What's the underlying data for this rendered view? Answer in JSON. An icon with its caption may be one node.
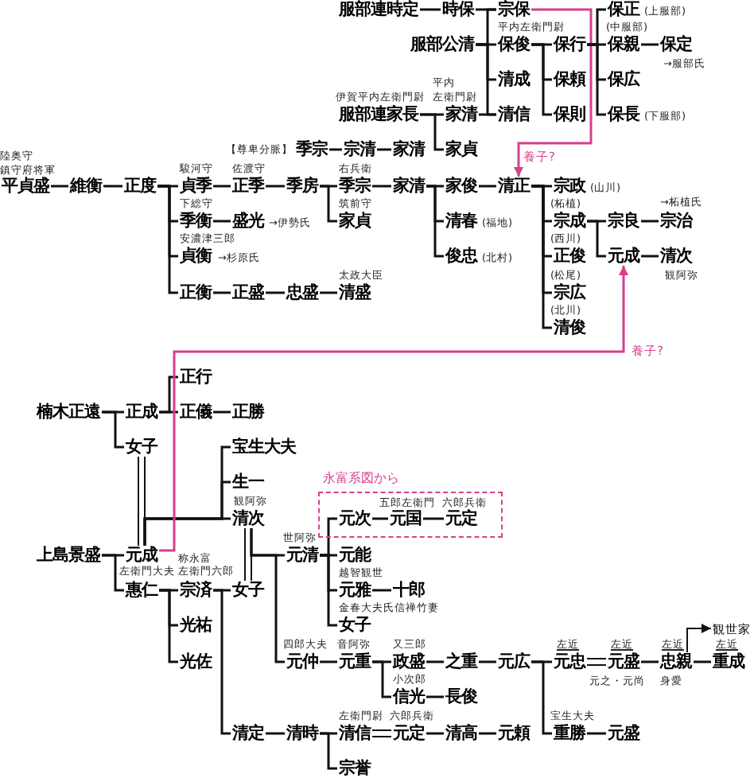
{
  "diagram": {
    "nodes": [
      {
        "text": [
          "服部連時定"
        ]
      },
      {
        "text": [
          "時保"
        ]
      },
      {
        "text": [
          "宗保"
        ]
      },
      {
        "text": [
          "保正"
        ],
        "beside": [
          "(上服部)"
        ]
      },
      {
        "text": [
          "服部公清"
        ]
      },
      {
        "text": [
          "保俊"
        ],
        "beside": [
          "平内左衛門尉"
        ]
      },
      {
        "text": [
          "保行"
        ]
      },
      {
        "text": [
          "保親"
        ],
        "beside": [
          "(中服部)"
        ]
      },
      {
        "text": [
          "保定"
        ],
        "beside": [
          "→服部氏"
        ]
      },
      {
        "text": [
          "清成"
        ]
      },
      {
        "text": [
          "保頼"
        ]
      },
      {
        "text": [
          "保広"
        ]
      },
      {
        "text": [
          "服部連家長"
        ],
        "beside": [
          "伊賀平内左衛門尉"
        ]
      },
      {
        "text": [
          "家清"
        ],
        "beside": [
          "平内",
          "左衛門尉"
        ]
      },
      {
        "text": [
          "清信"
        ]
      },
      {
        "text": [
          "保則"
        ]
      },
      {
        "text": [
          "保長"
        ],
        "beside": [
          "(下服部)"
        ]
      },
      {
        "text": [
          "季宗"
        ],
        "beside": [
          "【尊卑分脈】"
        ]
      },
      {
        "text": [
          "宗清"
        ]
      },
      {
        "text": [
          "家清"
        ]
      },
      {
        "text": [
          "家貞"
        ]
      },
      {
        "text": [
          "平貞盛"
        ],
        "beside": [
          "陸奥守",
          "鎮守府将軍"
        ]
      },
      {
        "text": [
          "維衡"
        ]
      },
      {
        "text": [
          "正度"
        ]
      },
      {
        "text": [
          "貞季"
        ],
        "beside": [
          "駿河守"
        ]
      },
      {
        "text": [
          "正季"
        ],
        "beside": [
          "佐渡守"
        ]
      },
      {
        "text": [
          "季房"
        ]
      },
      {
        "text": [
          "季宗"
        ],
        "beside": [
          "右兵衛"
        ]
      },
      {
        "text": [
          "家清"
        ]
      },
      {
        "text": [
          "家俊"
        ]
      },
      {
        "text": [
          "清正"
        ]
      },
      {
        "text": [
          "宗政"
        ],
        "beside": [
          "(山川)"
        ]
      },
      {
        "text": [
          "季衡"
        ],
        "beside": [
          "下総守"
        ]
      },
      {
        "text": [
          "盛光"
        ],
        "beside": [
          "→伊勢氏"
        ]
      },
      {
        "text": [
          "家貞"
        ],
        "beside": [
          "筑前守"
        ]
      },
      {
        "text": [
          "清春"
        ],
        "beside": [
          "(福地)"
        ]
      },
      {
        "text": [
          "宗成"
        ],
        "beside": [
          "(柘植)"
        ]
      },
      {
        "text": [
          "宗良"
        ]
      },
      {
        "text": [
          "宗治"
        ],
        "beside": [
          "→柘植氏"
        ]
      },
      {
        "text": [
          "貞衡"
        ],
        "beside": [
          "安濃津三郎",
          "→杉原氏"
        ]
      },
      {
        "text": [
          "俊忠"
        ],
        "beside": [
          "(北村)"
        ]
      },
      {
        "text": [
          "正俊"
        ],
        "beside": [
          "(西川)"
        ]
      },
      {
        "text": [
          "元成"
        ]
      },
      {
        "text": [
          "清次"
        ],
        "beside": [
          "観阿弥"
        ]
      },
      {
        "text": [
          "正衡"
        ]
      },
      {
        "text": [
          "正盛"
        ]
      },
      {
        "text": [
          "忠盛"
        ]
      },
      {
        "text": [
          "清盛"
        ],
        "beside": [
          "太政大臣"
        ]
      },
      {
        "text": [
          "宗広"
        ],
        "beside": [
          "(松尾)"
        ]
      },
      {
        "text": [
          "清俊"
        ],
        "beside": [
          "(北川)"
        ]
      },
      {
        "text": [
          "正行"
        ]
      },
      {
        "text": [
          "楠木正遠"
        ]
      },
      {
        "text": [
          "正成"
        ]
      },
      {
        "text": [
          "正儀"
        ]
      },
      {
        "text": [
          "正勝"
        ]
      },
      {
        "text": [
          "女子"
        ]
      },
      {
        "text": [
          "宝生大夫"
        ]
      },
      {
        "text": [
          "生一"
        ]
      },
      {
        "text": [
          "永富系図から"
        ]
      },
      {
        "text": [
          "清次"
        ],
        "beside": [
          "観阿弥"
        ]
      },
      {
        "text": [
          "元次"
        ],
        "in": 58
      },
      {
        "text": [
          "元国"
        ],
        "in": 58,
        "beside": [
          "五郎左衛門"
        ]
      },
      {
        "text": [
          "元定"
        ],
        "in": 58,
        "beside": [
          "六郎兵衛"
        ]
      },
      {
        "text": [
          "上島景盛"
        ]
      },
      {
        "text": [
          "元成"
        ]
      },
      {
        "text": [
          "元清"
        ],
        "beside": [
          "世阿弥"
        ]
      },
      {
        "text": [
          "元能"
        ]
      },
      {
        "text": [
          "惠仁"
        ],
        "beside": [
          "左衛門大夫"
        ]
      },
      {
        "text": [
          "宗済"
        ],
        "beside": [
          "称永富",
          "左衛門六郎"
        ]
      },
      {
        "text": [
          "女子"
        ]
      },
      {
        "text": [
          "元雅"
        ],
        "beside": [
          "越智観世"
        ]
      },
      {
        "text": [
          "十郎"
        ]
      },
      {
        "text": [
          "光祐"
        ]
      },
      {
        "text": [
          "女子"
        ],
        "beside": [
          "金春大夫氏信禅竹妻"
        ]
      },
      {
        "text": [
          "光佐"
        ]
      },
      {
        "text": [
          "元仲"
        ],
        "beside": [
          "四郎大夫"
        ]
      },
      {
        "text": [
          "元重"
        ],
        "beside": [
          "音阿弥"
        ]
      },
      {
        "text": [
          "政盛"
        ],
        "beside": [
          "又三郎"
        ]
      },
      {
        "text": [
          "之重"
        ]
      },
      {
        "text": [
          "元広"
        ]
      },
      {
        "text": [
          "元忠"
        ],
        "beside": [
          "左近"
        ]
      },
      {
        "text": [
          "元盛"
        ],
        "beside": [
          "左近",
          "元之・元尚"
        ]
      },
      {
        "text": [
          "忠親"
        ],
        "beside": [
          "左近",
          "身愛"
        ]
      },
      {
        "text": [
          "重成"
        ],
        "beside": [
          "左近"
        ]
      },
      {
        "text": [
          "信光"
        ],
        "beside": [
          "小次郎"
        ]
      },
      {
        "text": [
          "長俊"
        ]
      },
      {
        "text": [
          "清定"
        ]
      },
      {
        "text": [
          "清時"
        ]
      },
      {
        "text": [
          "清信"
        ],
        "beside": [
          "左衛門尉"
        ]
      },
      {
        "text": [
          "元定"
        ],
        "beside": [
          "六郎兵衛"
        ]
      },
      {
        "text": [
          "清高"
        ]
      },
      {
        "text": [
          "元頼"
        ]
      },
      {
        "text": [
          "重勝"
        ],
        "beside": [
          "宝生大夫"
        ]
      },
      {
        "text": [
          "元盛"
        ]
      },
      {
        "text": [
          "宗誉"
        ]
      },
      {
        "text": [
          "観世家"
        ]
      }
    ],
    "edges": [
      {
        "from": 0,
        "to": 1,
        "arrow": "none"
      },
      {
        "from": 1,
        "to": 2,
        "arrow": "none"
      },
      {
        "from": 4,
        "to": 2,
        "arrow": "none"
      },
      {
        "from": 4,
        "to": 5,
        "arrow": "none"
      },
      {
        "from": 4,
        "to": 9,
        "arrow": "none"
      },
      {
        "from": 4,
        "to": 14,
        "arrow": "none"
      },
      {
        "from": 13,
        "to": 14,
        "arrow": "none"
      },
      {
        "from": 2,
        "to": 30,
        "arrow": "to",
        "label": "養子?",
        "color": "#d63f8c"
      },
      {
        "from": 5,
        "to": 6,
        "arrow": "none"
      },
      {
        "from": 5,
        "to": 10,
        "arrow": "none"
      },
      {
        "from": 5,
        "to": 15,
        "arrow": "none"
      },
      {
        "from": 6,
        "to": 3,
        "arrow": "none"
      },
      {
        "from": 6,
        "to": 7,
        "arrow": "none"
      },
      {
        "from": 6,
        "to": 11,
        "arrow": "none"
      },
      {
        "from": 6,
        "to": 16,
        "arrow": "none"
      },
      {
        "from": 7,
        "to": 8,
        "arrow": "none"
      },
      {
        "from": 12,
        "to": 13,
        "arrow": "none"
      },
      {
        "from": 12,
        "to": 20,
        "arrow": "none"
      },
      {
        "from": 17,
        "to": 18,
        "arrow": "none"
      },
      {
        "from": 18,
        "to": 19,
        "arrow": "none"
      },
      {
        "from": 21,
        "to": 22,
        "arrow": "none"
      },
      {
        "from": 22,
        "to": 23,
        "arrow": "none"
      },
      {
        "from": 23,
        "to": 24,
        "arrow": "none"
      },
      {
        "from": 23,
        "to": 32,
        "arrow": "none"
      },
      {
        "from": 23,
        "to": 39,
        "arrow": "none"
      },
      {
        "from": 23,
        "to": 44,
        "arrow": "none"
      },
      {
        "from": 24,
        "to": 25,
        "arrow": "none"
      },
      {
        "from": 25,
        "to": 26,
        "arrow": "none"
      },
      {
        "from": 26,
        "to": 27,
        "arrow": "none"
      },
      {
        "from": 26,
        "to": 34,
        "arrow": "none"
      },
      {
        "from": 27,
        "to": 28,
        "arrow": "none"
      },
      {
        "from": 28,
        "to": 29,
        "arrow": "none"
      },
      {
        "from": 28,
        "to": 35,
        "arrow": "none"
      },
      {
        "from": 28,
        "to": 40,
        "arrow": "none"
      },
      {
        "from": 29,
        "to": 30,
        "arrow": "none"
      },
      {
        "from": 30,
        "to": 31,
        "arrow": "none"
      },
      {
        "from": 30,
        "to": 36,
        "arrow": "none"
      },
      {
        "from": 30,
        "to": 41,
        "arrow": "none"
      },
      {
        "from": 30,
        "to": 48,
        "arrow": "none"
      },
      {
        "from": 30,
        "to": 49,
        "arrow": "none"
      },
      {
        "from": 32,
        "to": 33,
        "arrow": "none"
      },
      {
        "from": 36,
        "to": 37,
        "arrow": "none"
      },
      {
        "from": 36,
        "to": 42,
        "arrow": "none"
      },
      {
        "from": 37,
        "to": 38,
        "arrow": "none"
      },
      {
        "from": 42,
        "to": 43,
        "arrow": "none"
      },
      {
        "from": 44,
        "to": 45,
        "arrow": "none"
      },
      {
        "from": 45,
        "to": 46,
        "arrow": "none"
      },
      {
        "from": 46,
        "to": 47,
        "arrow": "none"
      },
      {
        "from": 51,
        "to": 52,
        "arrow": "none"
      },
      {
        "from": 51,
        "to": 55,
        "arrow": "none"
      },
      {
        "from": 52,
        "to": 50,
        "arrow": "none"
      },
      {
        "from": 52,
        "to": 53,
        "arrow": "none"
      },
      {
        "from": 53,
        "to": 54,
        "arrow": "none"
      },
      {
        "from": 55,
        "to": 64,
        "arrow": "none"
      },
      {
        "from": 55,
        "to": 64,
        "arrow": "none"
      },
      {
        "from": 64,
        "to": 56,
        "arrow": "none"
      },
      {
        "from": 64,
        "to": 57,
        "arrow": "none"
      },
      {
        "from": 64,
        "to": 59,
        "arrow": "none"
      },
      {
        "from": 64,
        "to": 42,
        "arrow": "to",
        "label": "養子?",
        "color": "#d63f8c"
      },
      {
        "from": 63,
        "to": 64,
        "arrow": "none"
      },
      {
        "from": 63,
        "to": 67,
        "arrow": "none"
      },
      {
        "from": 59,
        "to": 69,
        "arrow": "none"
      },
      {
        "from": 59,
        "to": 69,
        "arrow": "none"
      },
      {
        "from": 59,
        "to": 65,
        "arrow": "none"
      },
      {
        "from": 59,
        "to": 75,
        "arrow": "none"
      },
      {
        "from": 67,
        "to": 68,
        "arrow": "none"
      },
      {
        "from": 67,
        "to": 72,
        "arrow": "none"
      },
      {
        "from": 67,
        "to": 74,
        "arrow": "none"
      },
      {
        "from": 68,
        "to": 69,
        "arrow": "none"
      },
      {
        "from": 68,
        "to": 86,
        "arrow": "none"
      },
      {
        "from": 65,
        "to": 60,
        "arrow": "none"
      },
      {
        "from": 65,
        "to": 66,
        "arrow": "none"
      },
      {
        "from": 65,
        "to": 70,
        "arrow": "none"
      },
      {
        "from": 65,
        "to": 73,
        "arrow": "none"
      },
      {
        "from": 60,
        "to": 61,
        "arrow": "none"
      },
      {
        "from": 61,
        "to": 62,
        "arrow": "none"
      },
      {
        "from": 70,
        "to": 71,
        "arrow": "none"
      },
      {
        "from": 75,
        "to": 76,
        "arrow": "none"
      },
      {
        "from": 76,
        "to": 77,
        "arrow": "none"
      },
      {
        "from": 76,
        "to": 84,
        "arrow": "none"
      },
      {
        "from": 77,
        "to": 78,
        "arrow": "none"
      },
      {
        "from": 78,
        "to": 79,
        "arrow": "none"
      },
      {
        "from": 79,
        "to": 80,
        "arrow": "none"
      },
      {
        "from": 79,
        "to": 92,
        "arrow": "none"
      },
      {
        "from": 80,
        "to": 81,
        "arrow": "none"
      },
      {
        "from": 80,
        "to": 81,
        "arrow": "none"
      },
      {
        "from": 81,
        "to": 82,
        "arrow": "none"
      },
      {
        "from": 82,
        "to": 83,
        "arrow": "none"
      },
      {
        "from": 84,
        "to": 85,
        "arrow": "none"
      },
      {
        "from": 86,
        "to": 87,
        "arrow": "none"
      },
      {
        "from": 87,
        "to": 88,
        "arrow": "none"
      },
      {
        "from": 87,
        "to": 94,
        "arrow": "none"
      },
      {
        "from": 88,
        "to": 89,
        "arrow": "none"
      },
      {
        "from": 88,
        "to": 89,
        "arrow": "none"
      },
      {
        "from": 89,
        "to": 90,
        "arrow": "none"
      },
      {
        "from": 90,
        "to": 91,
        "arrow": "none"
      },
      {
        "from": 92,
        "to": 93,
        "arrow": "none"
      },
      {
        "from": 82,
        "to": 95,
        "arrow": "to"
      }
    ]
  }
}
